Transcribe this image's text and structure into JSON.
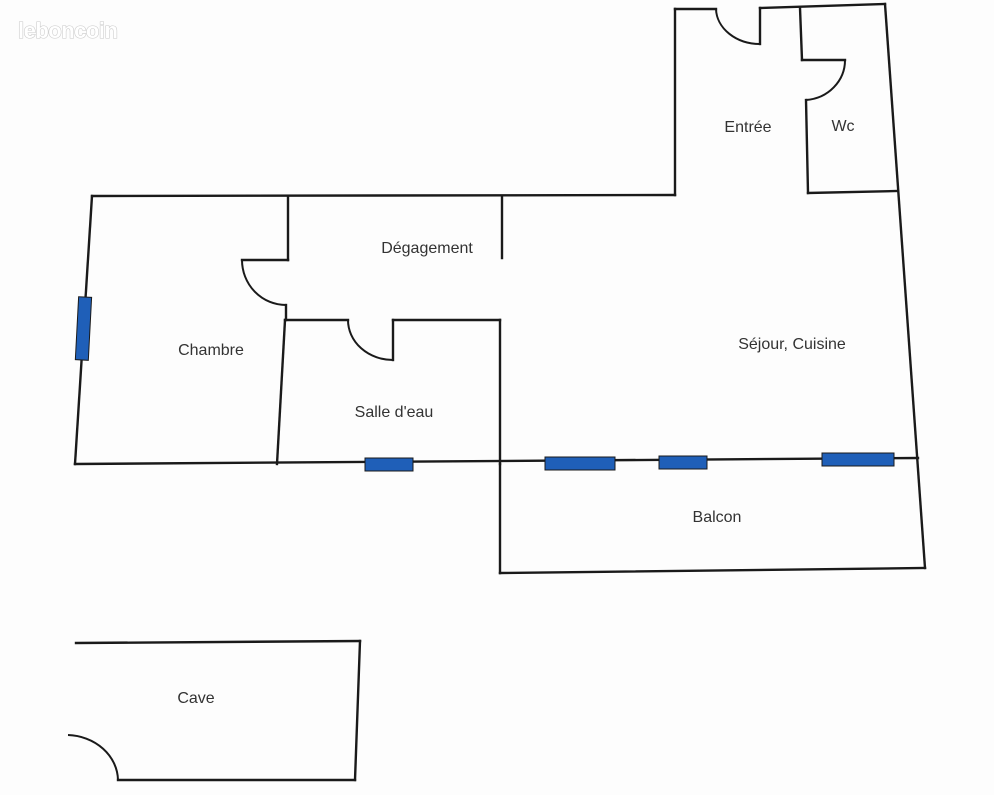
{
  "watermark": {
    "brand": "leboncoin"
  },
  "rooms": {
    "entree": "Entrée",
    "wc": "Wc",
    "degagement": "Dégagement",
    "chambre": "Chambre",
    "sejour_cuisine": "Séjour, Cuisine",
    "salle_eau": "Salle d'eau",
    "balcon": "Balcon",
    "cave": "Cave"
  },
  "colors": {
    "wall": "#1a1a1a",
    "window": "#1f5fb8",
    "label": "#333333",
    "background": "#fdfdfd"
  }
}
